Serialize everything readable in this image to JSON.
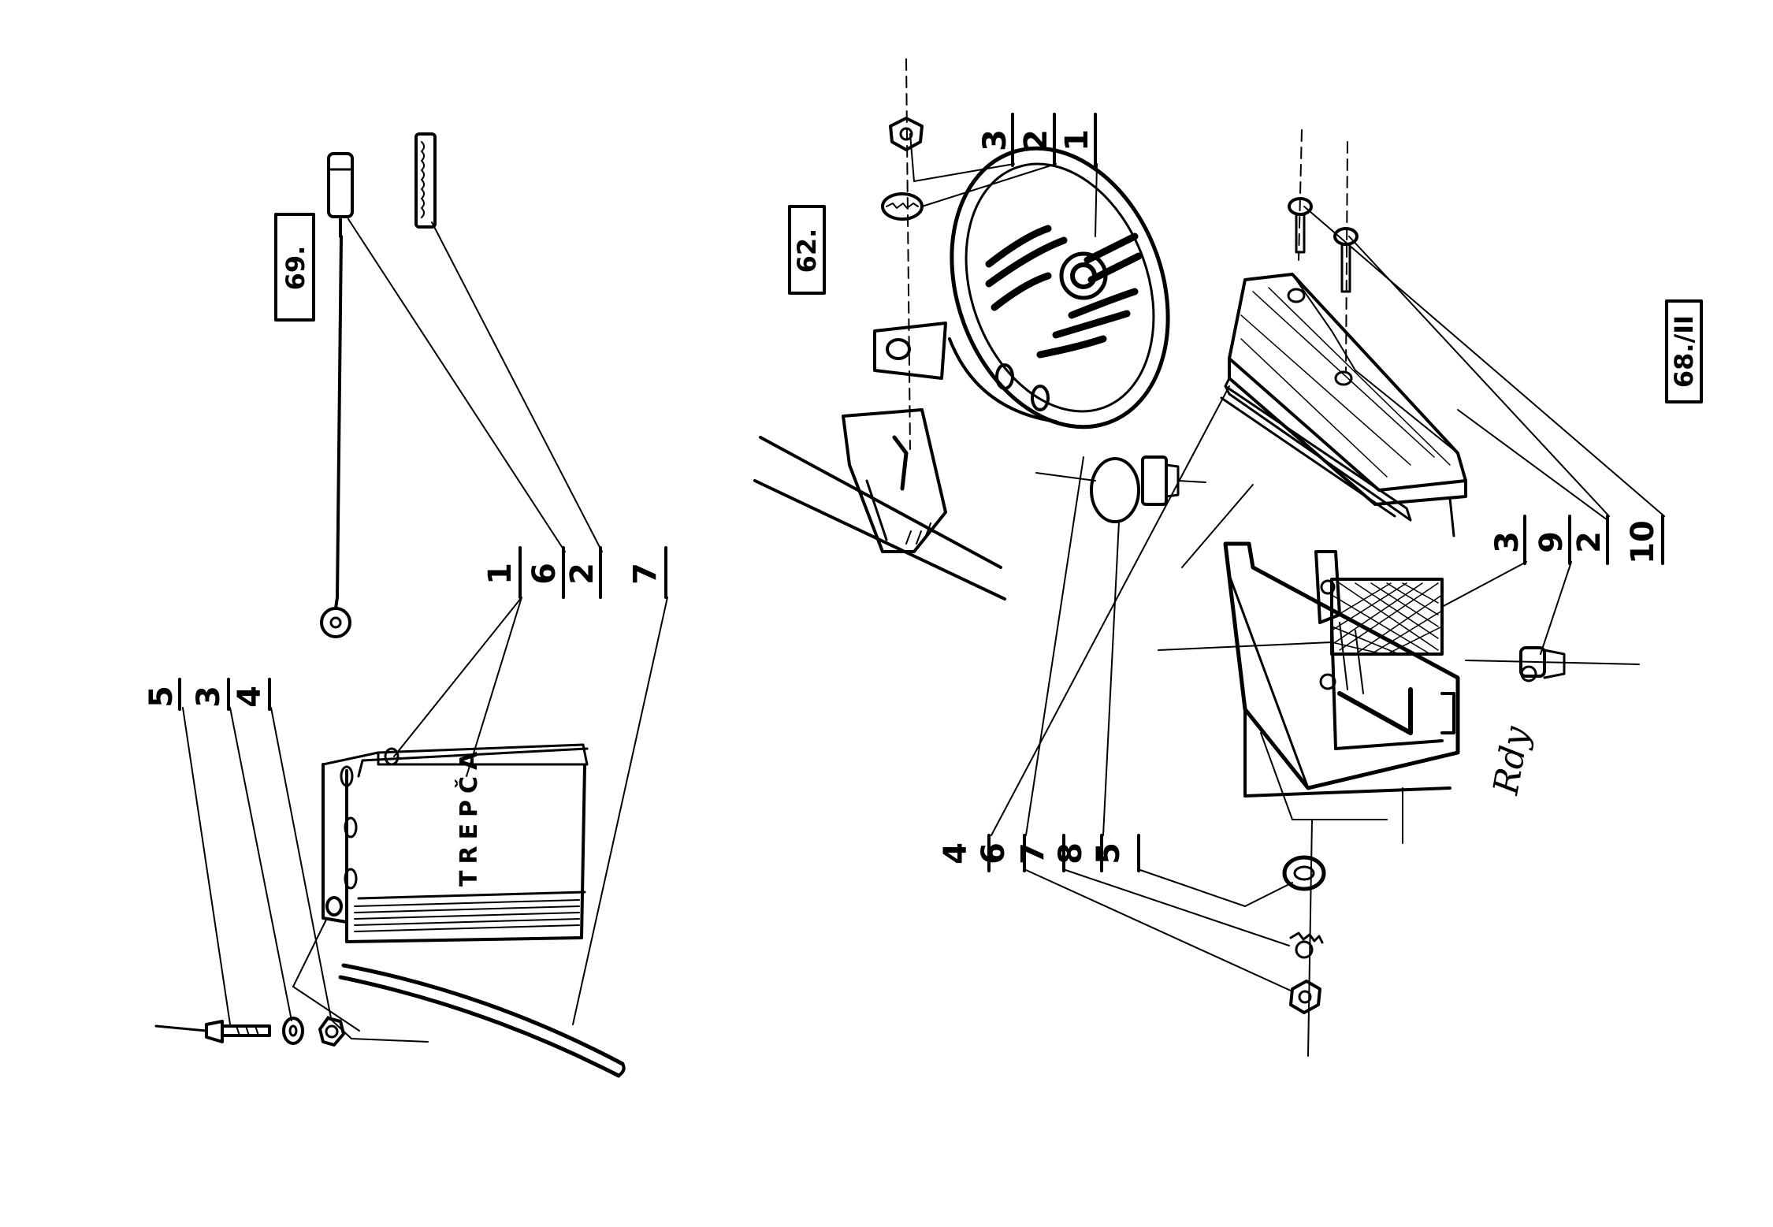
{
  "figure_labels": {
    "fig_69": "69.",
    "fig_62": "62.",
    "sheet": "68./II"
  },
  "brand": "TREPČA",
  "signature": "Rdy",
  "groups": {
    "battery_top": [
      "1",
      "6",
      "2",
      "7"
    ],
    "battery_left": [
      "5",
      "3",
      "4"
    ],
    "horn": [
      "3",
      "2",
      "1"
    ],
    "lamp_right": [
      "3",
      "9",
      "2",
      "10"
    ],
    "lamp_left": [
      "4",
      "6",
      "7",
      "8",
      "5"
    ]
  },
  "colors": {
    "ink": "#000000",
    "paper": "#ffffff"
  }
}
